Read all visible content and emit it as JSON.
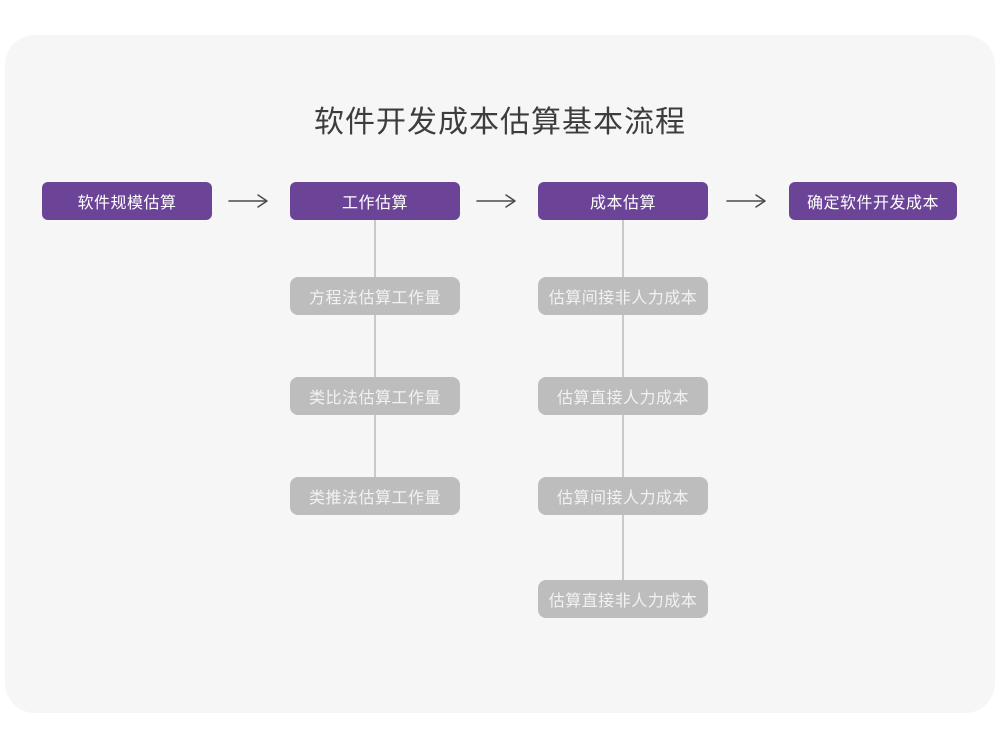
{
  "title": "软件开发成本估算基本流程",
  "colors": {
    "page_bg": "#FFFFFF",
    "card_bg": "#F6F6F7",
    "title_text": "#3D3D3D",
    "stage_bg": "#6B4397",
    "stage_text": "#FFFFFF",
    "sub_bg": "#BDBDBD",
    "sub_text": "#F2F2F2",
    "arrow": "#4A4A4A",
    "connector": "#C9C9C9"
  },
  "flow": {
    "stages": [
      {
        "label": "软件规模估算"
      },
      {
        "label": "工作估算"
      },
      {
        "label": "成本估算"
      },
      {
        "label": "确定软件开发成本"
      }
    ],
    "work_estimation_methods": [
      "方程法估算工作量",
      "类比法估算工作量",
      "类推法估算工作量"
    ],
    "cost_estimation_steps": [
      "估算间接非人力成本",
      "估算直接人力成本",
      "估算间接人力成本",
      "估算直接非人力成本"
    ]
  }
}
